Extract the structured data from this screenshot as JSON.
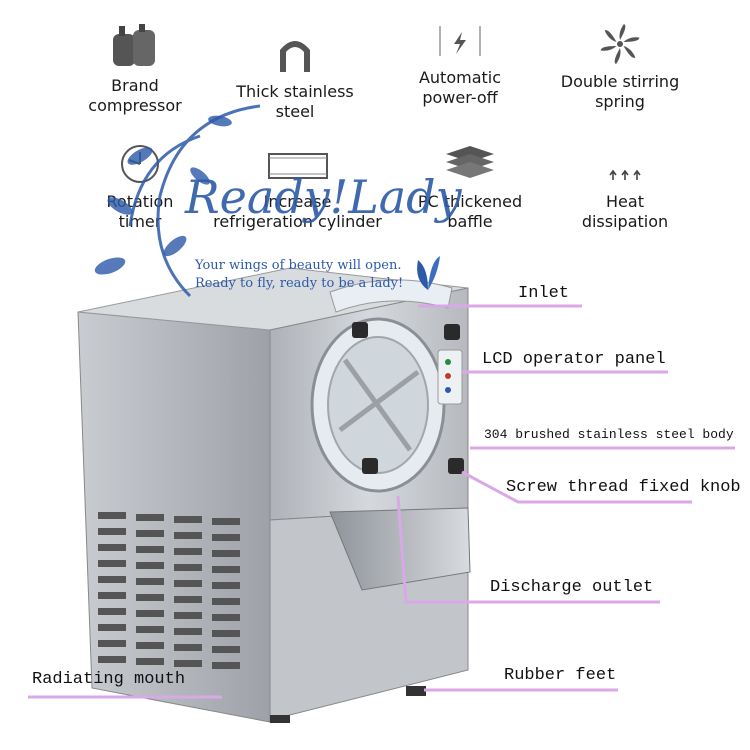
{
  "features": [
    {
      "icon": "compressor-icon",
      "label_1": "Brand",
      "label_2": "compressor"
    },
    {
      "icon": "steel-icon",
      "label_1": "Thick stainless",
      "label_2": "steel"
    },
    {
      "icon": "power-icon",
      "label_1": "Automatic",
      "label_2": "power-off"
    },
    {
      "icon": "fan-icon",
      "label_1": "Double stirring",
      "label_2": "spring"
    },
    {
      "icon": "clock-icon",
      "label_1": "Rotation",
      "label_2": "timer"
    },
    {
      "icon": "cylinder-icon",
      "label_1": "Increase",
      "label_2": "refrigeration cylinder"
    },
    {
      "icon": "layers-icon",
      "label_1": "PC thickened",
      "label_2": "baffle"
    },
    {
      "icon": "arrows-up-icon",
      "label_1": "Heat",
      "label_2": "dissipation"
    }
  ],
  "watermark": {
    "brand": "Ready!Lady",
    "tagline_1": "Your wings of beauty will open.",
    "tagline_2": "Ready to fly, ready to be a lady!"
  },
  "callouts": {
    "inlet": "Inlet",
    "lcd": "LCD operator panel",
    "body": "304 brushed stainless steel body",
    "knob": "Screw thread fixed knob",
    "discharge": "Discharge outlet",
    "radiating": "Radiating mouth",
    "feet": "Rubber feet"
  },
  "colors": {
    "callout_line": "#d9a8e6",
    "watermark": "#2c5aa8",
    "steel": "#b8bcc2"
  }
}
